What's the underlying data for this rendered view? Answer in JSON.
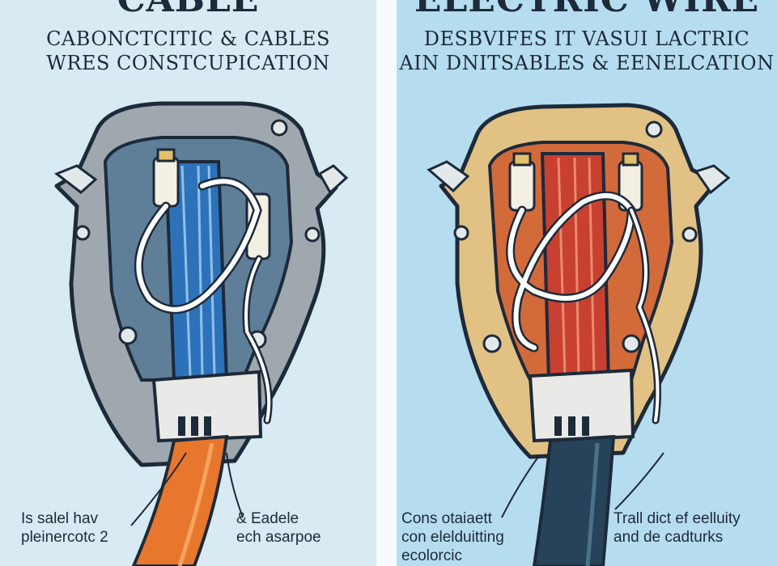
{
  "left_panel": {
    "title": "CABLE",
    "subtitle_lines": [
      "CABONCTCITIC & CABLES",
      "WRES CONSTCUPICATION"
    ],
    "captions": {
      "left": [
        "Is salel hav",
        "pleinercotc 2"
      ],
      "right": [
        "& Eadele",
        "ech asarpoe"
      ]
    },
    "colors": {
      "background": "#d8eaf2",
      "housing": "#9ea8ae",
      "core": "#2d72b8",
      "sheath": "#e8772e"
    }
  },
  "right_panel": {
    "title": "ELECTRIC WIRE",
    "subtitle_lines": [
      "DESBVIFES IT VASUI LACTRIC",
      "AIN DNITSABLES & EENELCATION"
    ],
    "captions": {
      "left": [
        "Cons otaiaett",
        "con elelduitting",
        "ecolorcic"
      ],
      "right": [
        "Trall dict ef eelluity",
        "and de cadturks"
      ]
    },
    "colors": {
      "background": "#b6dcef",
      "housing": "#e2c185",
      "core": "#c8402f",
      "sheath": "#27435a"
    }
  }
}
